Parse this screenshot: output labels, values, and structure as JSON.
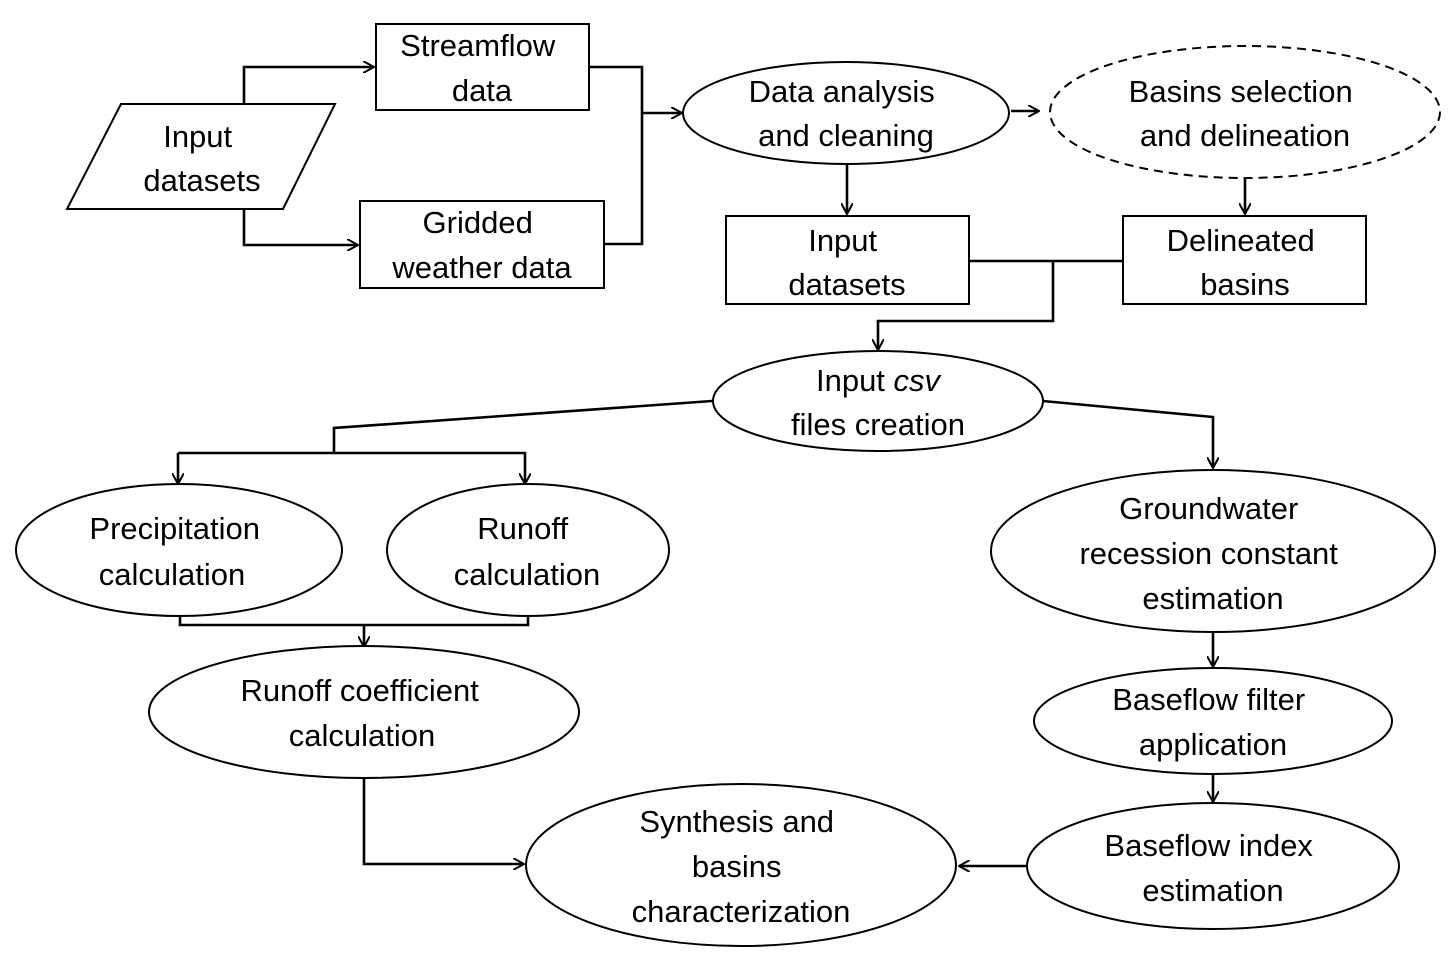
{
  "nodes": {
    "input_datasets_raw": {
      "lines": [
        "Input",
        "datasets"
      ]
    },
    "streamflow_data": {
      "lines": [
        "Streamflow",
        "data"
      ]
    },
    "gridded_weather_data": {
      "lines": [
        "Gridded",
        "weather data"
      ]
    },
    "data_analysis": {
      "lines": [
        "Data analysis",
        "and cleaning"
      ]
    },
    "basins_selection": {
      "lines": [
        "Basins selection",
        "and delineation"
      ]
    },
    "input_datasets_clean": {
      "lines": [
        "Input",
        "datasets"
      ]
    },
    "delineated_basins": {
      "lines": [
        "Delineated",
        "basins"
      ]
    },
    "csv_creation": {
      "line1_prefix": "Input ",
      "line1_italic": "csv",
      "line2": "files creation"
    },
    "precipitation_calc": {
      "lines": [
        "Precipitation",
        "calculation"
      ]
    },
    "runoff_calc": {
      "lines": [
        "Runoff",
        "calculation"
      ]
    },
    "groundwater_recession": {
      "lines": [
        "Groundwater",
        "recession constant",
        "estimation"
      ]
    },
    "runoff_coefficient": {
      "lines": [
        "Runoff coefficient",
        "calculation"
      ]
    },
    "baseflow_filter": {
      "lines": [
        "Baseflow filter",
        "application"
      ]
    },
    "baseflow_index": {
      "lines": [
        "Baseflow index",
        "estimation"
      ]
    },
    "synthesis": {
      "lines": [
        "Synthesis and",
        "basins",
        "characterization"
      ]
    }
  }
}
